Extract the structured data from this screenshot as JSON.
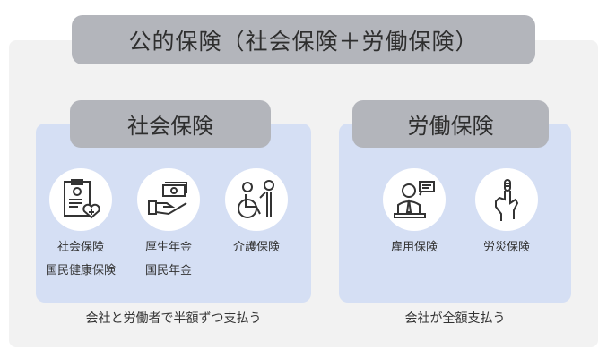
{
  "title": "公的保険（社会保険＋労働保険）",
  "social": {
    "heading": "社会保険",
    "items": [
      {
        "icon": "medical-clipboard-icon",
        "lines": [
          "社会保険",
          "国民健康保険"
        ]
      },
      {
        "icon": "money-hand-icon",
        "lines": [
          "厚生年金",
          "国民年金"
        ]
      },
      {
        "icon": "wheelchair-care-icon",
        "lines": [
          "介護保険"
        ]
      }
    ],
    "note": "会社と労働者で半額ずつ支払う"
  },
  "labor": {
    "heading": "労働保険",
    "items": [
      {
        "icon": "employee-desk-icon",
        "lines": [
          "雇用保険"
        ]
      },
      {
        "icon": "injured-finger-icon",
        "lines": [
          "労災保険"
        ]
      }
    ],
    "note": "会社が全額支払う"
  }
}
